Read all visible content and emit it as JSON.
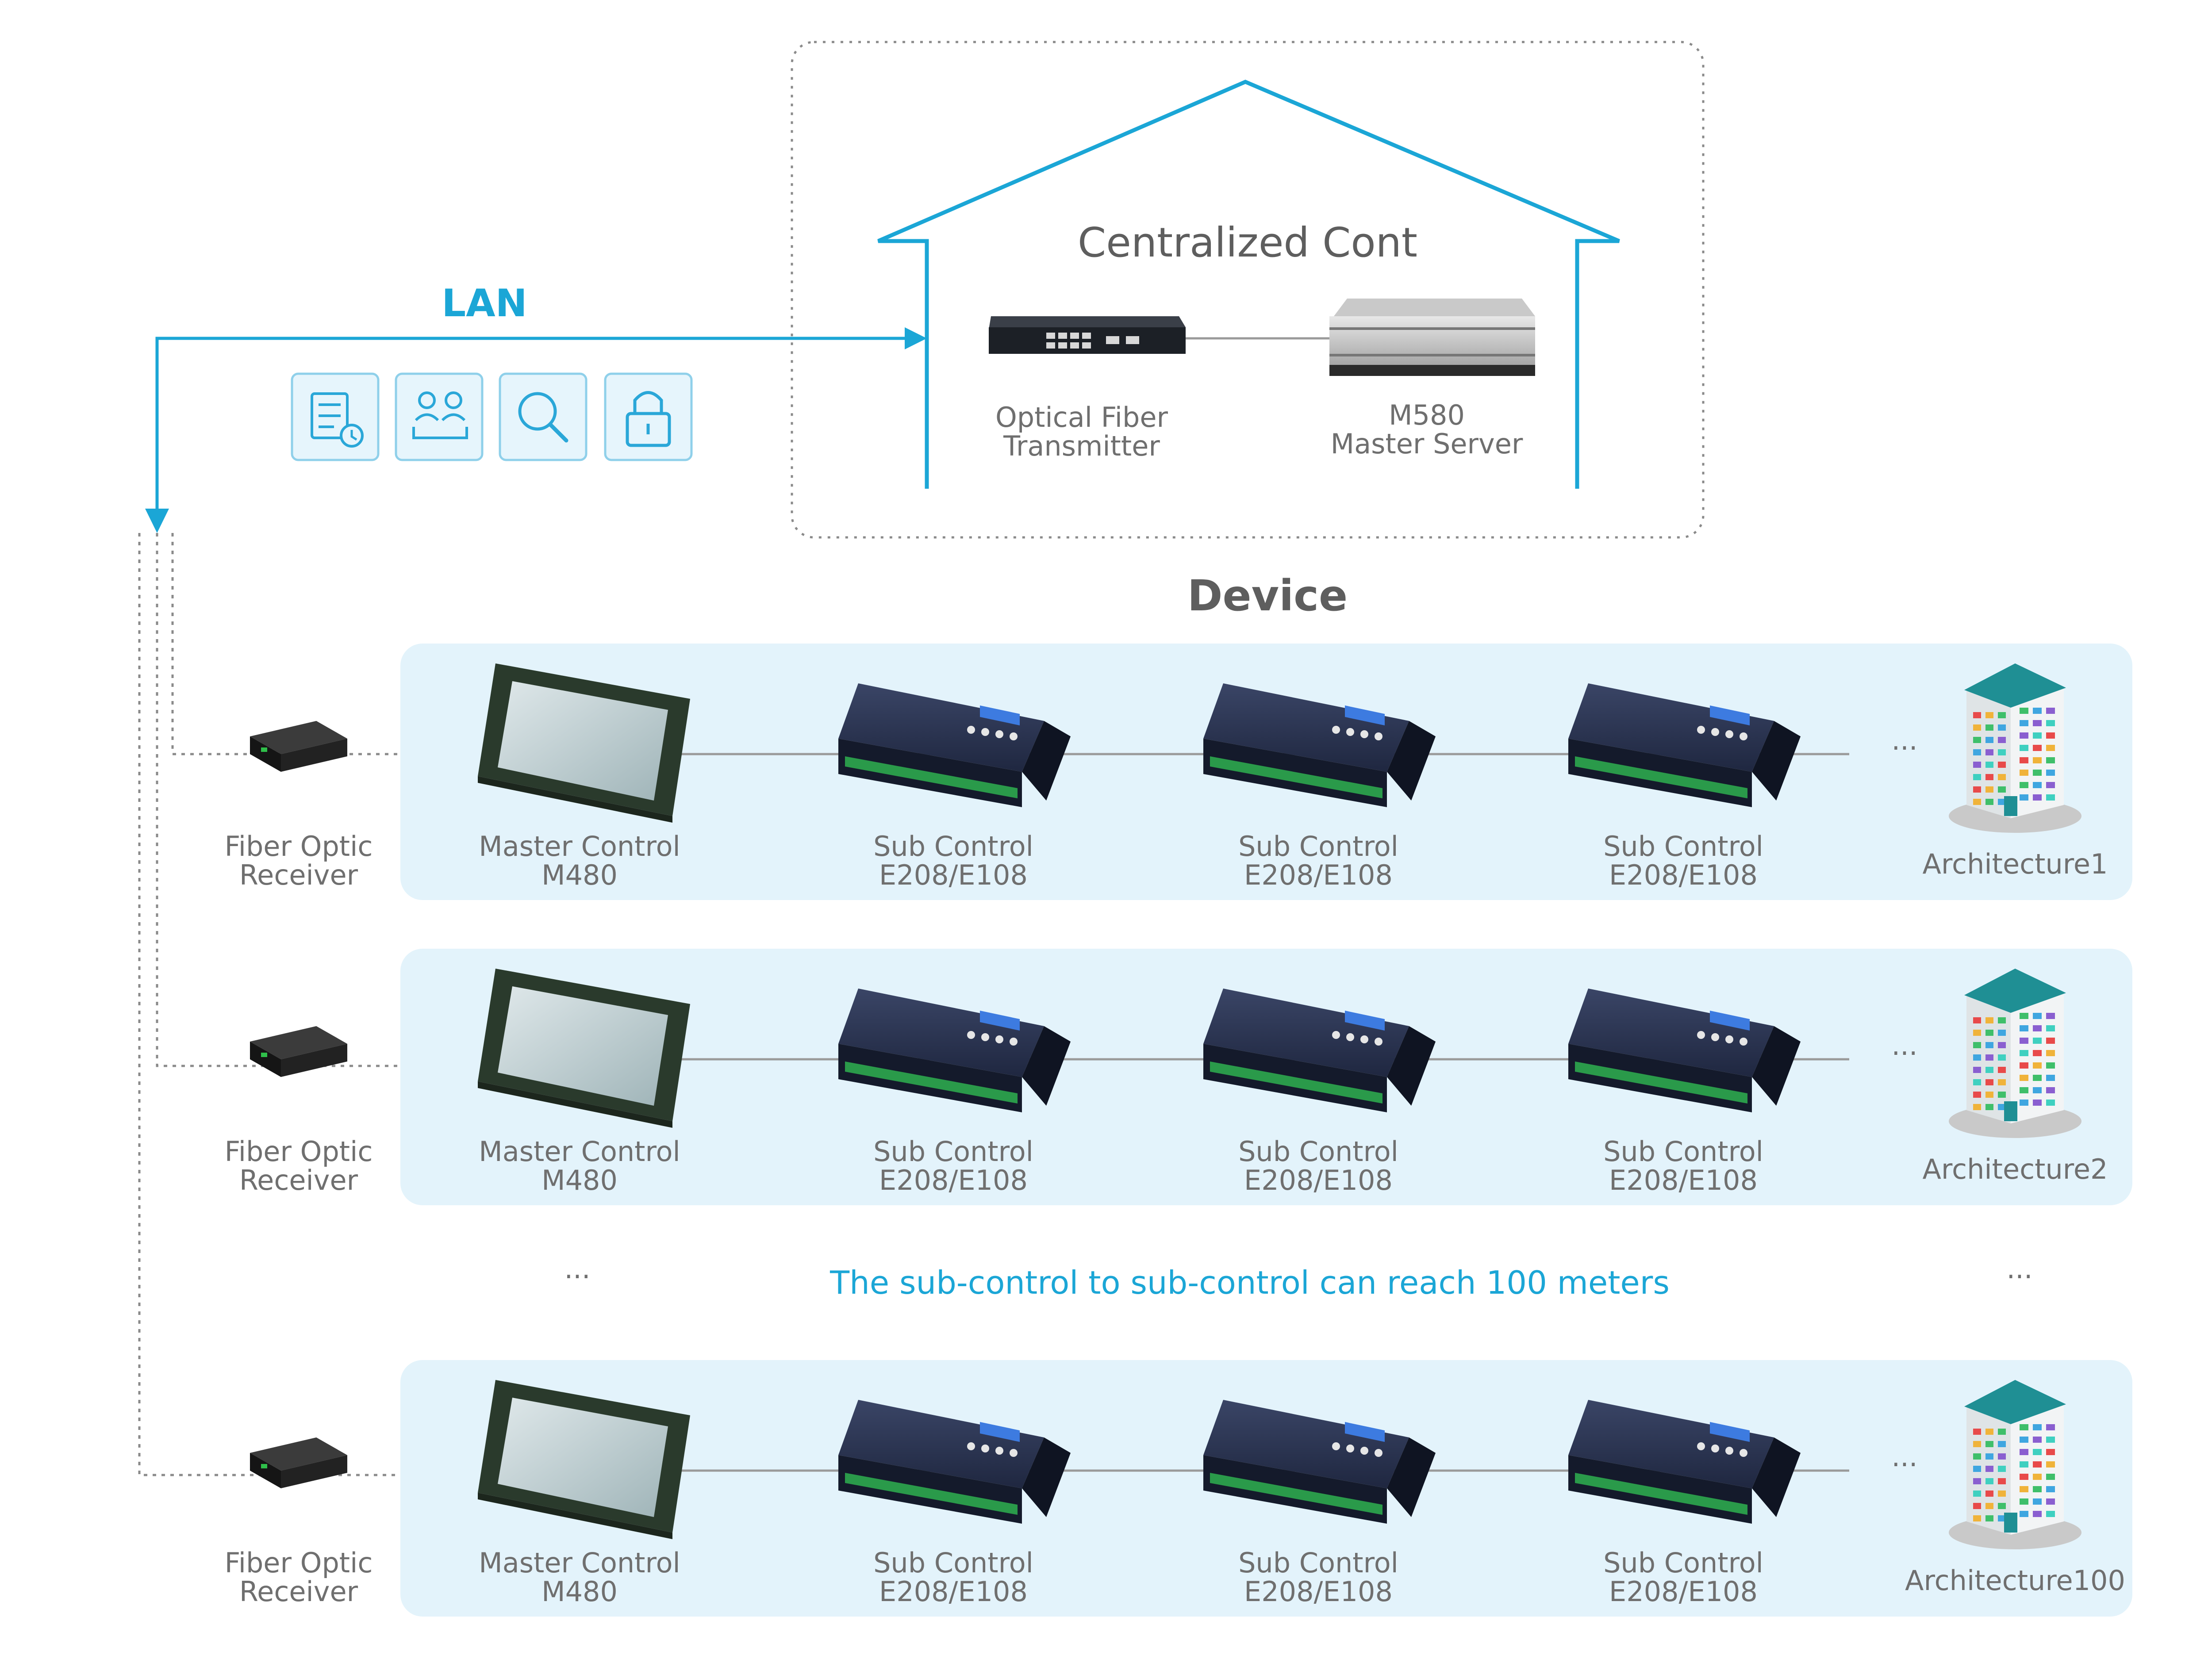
{
  "colors": {
    "accent": "#1ba6d6",
    "row_panel": "#e3f3fb",
    "icon_tile": "#e6f5fc",
    "icon_stroke": "#2aa7d8",
    "connector": "#9a9a9a"
  },
  "hub": {
    "title": "Centralized Cont",
    "transmitter": {
      "line1": "Optical Fiber",
      "line2": "Transmitter"
    },
    "server": {
      "line1": "M580",
      "line2": "Master Server"
    }
  },
  "lan": {
    "label": "LAN",
    "icons": [
      "schedule-list-icon",
      "user-group-icon",
      "search-icon",
      "lock-icon"
    ]
  },
  "device_heading": "Device",
  "rows": [
    {
      "receiver": {
        "line1": "Fiber Optic",
        "line2": "Receiver"
      },
      "master": {
        "line1": "Master Control",
        "line2": "M480"
      },
      "subs": [
        {
          "line1": "Sub Control",
          "line2": "E208/E108"
        },
        {
          "line1": "Sub Control",
          "line2": "E208/E108"
        },
        {
          "line1": "Sub Control",
          "line2": "E208/E108"
        }
      ],
      "ellipsis": "...",
      "building": "Architecture1"
    },
    {
      "receiver": {
        "line1": "Fiber Optic",
        "line2": "Receiver"
      },
      "master": {
        "line1": "Master Control",
        "line2": "M480"
      },
      "subs": [
        {
          "line1": "Sub Control",
          "line2": "E208/E108"
        },
        {
          "line1": "Sub Control",
          "line2": "E208/E108"
        },
        {
          "line1": "Sub Control",
          "line2": "E208/E108"
        }
      ],
      "ellipsis": "...",
      "building": "Architecture2"
    },
    {
      "receiver": {
        "line1": "Fiber Optic",
        "line2": "Receiver"
      },
      "master": {
        "line1": "Master Control",
        "line2": "M480"
      },
      "subs": [
        {
          "line1": "Sub Control",
          "line2": "E208/E108"
        },
        {
          "line1": "Sub Control",
          "line2": "E208/E108"
        },
        {
          "line1": "Sub Control",
          "line2": "E208/E108"
        }
      ],
      "ellipsis": "...",
      "building": "Architecture100"
    }
  ],
  "gap": {
    "note": "The sub-control to sub-control can reach 100 meters",
    "left_ellipsis": "...",
    "right_ellipsis": "..."
  }
}
